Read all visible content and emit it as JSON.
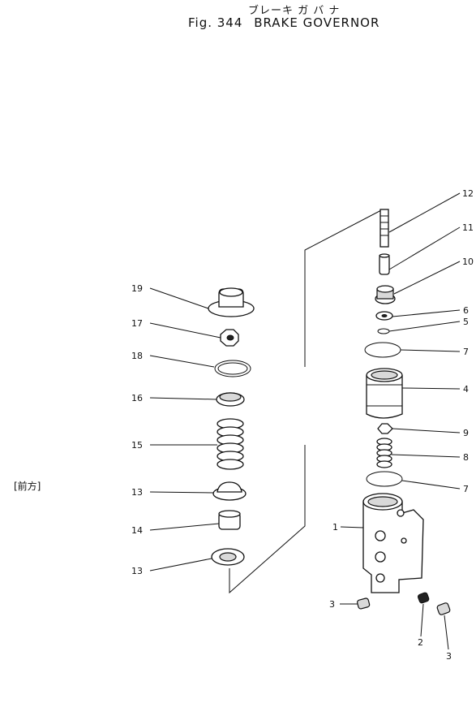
{
  "header": {
    "title_jp": "ブレーキ ガ バ ナ",
    "fig_label": "Fig. 344",
    "title": "BRAKE GOVERNOR"
  },
  "side_note": "[前方]",
  "callouts": {
    "c12": "12",
    "c11": "11",
    "c10": "10",
    "c6": "6",
    "c5": "5",
    "c7a": "7",
    "c4": "4",
    "c9": "9",
    "c8": "8",
    "c7b": "7",
    "c1": "1",
    "c3a": "3",
    "c2": "2",
    "c3b": "3",
    "c19": "19",
    "c17": "17",
    "c18": "18",
    "c16": "16",
    "c15": "15",
    "c13a": "13",
    "c14": "14",
    "c13b": "13"
  }
}
